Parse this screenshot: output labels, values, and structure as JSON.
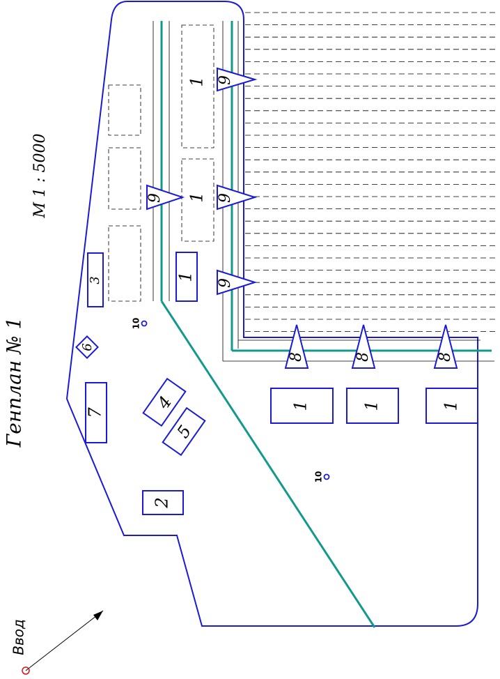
{
  "title": "Генплан № 1",
  "scale": "М 1 : 5000",
  "entry_label": "Ввод",
  "buildings": {
    "b1": "1",
    "b2": "2",
    "b3": "3",
    "b4": "4",
    "b5": "5",
    "b6": "6",
    "b7": "7"
  },
  "markers": {
    "m8": "8",
    "m9": "9",
    "m10": "10"
  },
  "colors": {
    "outline": "#1a1ad6",
    "network": "#12998c",
    "entry_point": "#e01010"
  }
}
